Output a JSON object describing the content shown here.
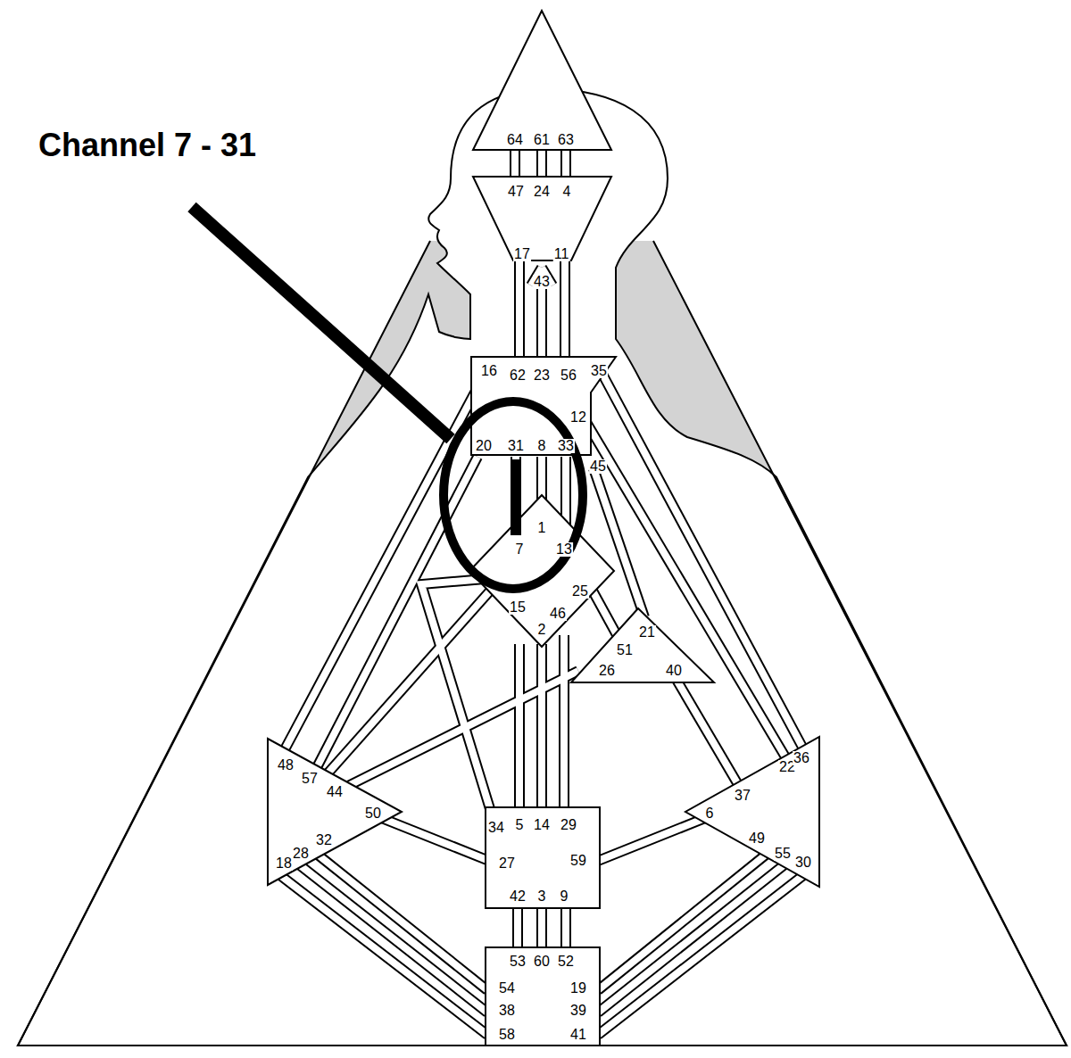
{
  "diagram": {
    "labels": [
      "Channel 7 - 31",
      "64",
      "61",
      "63",
      "47",
      "24",
      "4",
      "17",
      "11",
      "43",
      "16",
      "62",
      "23",
      "56",
      "35",
      "12",
      "20",
      "31",
      "8",
      "33",
      "45",
      "1",
      "7",
      "13",
      "25",
      "15",
      "46",
      "2",
      "51",
      "21",
      "26",
      "40",
      "48",
      "57",
      "22",
      "36",
      "44",
      "37",
      "50",
      "6",
      "34",
      "5",
      "14",
      "29",
      "49",
      "32",
      "28",
      "18",
      "27",
      "59",
      "55",
      "30",
      "42",
      "3",
      "9",
      "53",
      "60",
      "52",
      "54",
      "19",
      "38",
      "39",
      "58",
      "41"
    ]
  }
}
